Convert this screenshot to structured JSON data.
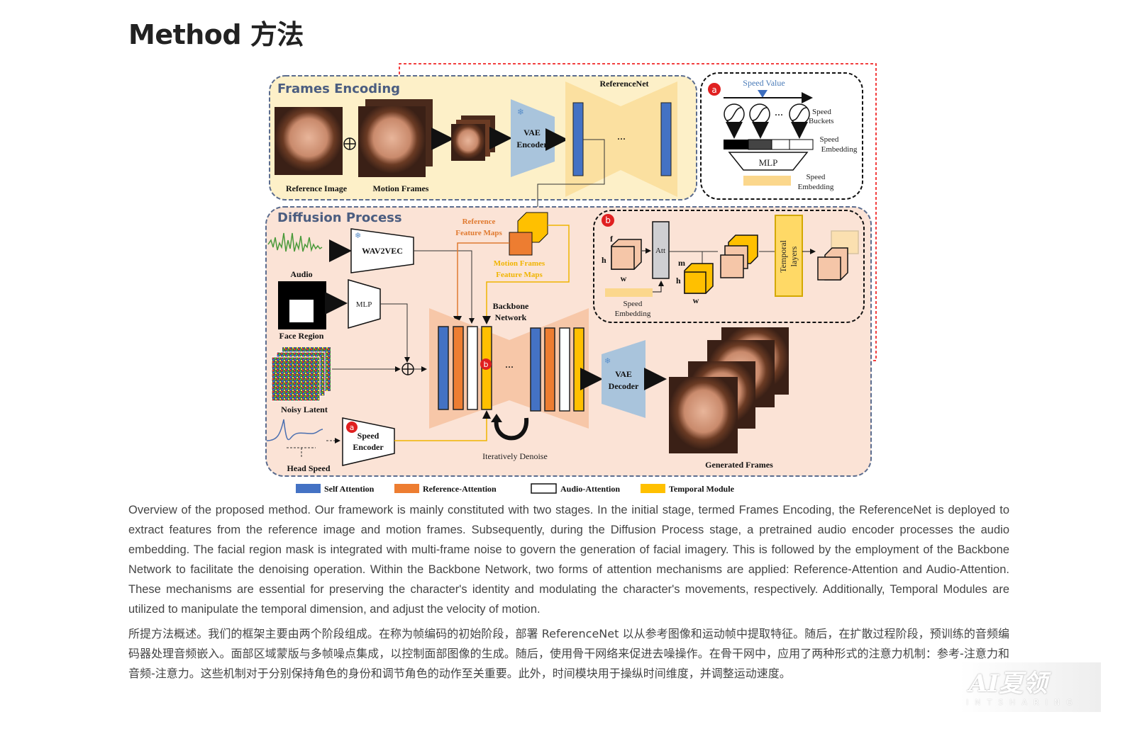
{
  "title": "Method 方法",
  "diagram": {
    "frames_encoding": "Frames Encoding",
    "reference_image": "Reference Image",
    "motion_frames": "Motion Frames",
    "vae_encoder": [
      "VAE",
      "Encoder"
    ],
    "referencenet": "ReferenceNet",
    "ellipsis": "···",
    "diffusion_process": "Diffusion Process",
    "audio": "Audio",
    "wav2vec": "WAV2VEC",
    "face_region": "Face Region",
    "mlp": "MLP",
    "noisy_latent": "Noisy Latent",
    "head_speed": "Head Speed",
    "speed_encoder": [
      "Speed",
      "Encoder"
    ],
    "reference_feature_maps": [
      "Reference",
      "Feature Maps"
    ],
    "motion_frames_feature_maps": [
      "Motion Frames",
      "Feature Maps"
    ],
    "backbone_network": [
      "Backbone",
      "Network"
    ],
    "iteratively_denoise": "Iteratively Denoise",
    "vae_decoder": [
      "VAE",
      "Decoder"
    ],
    "generated_frames": "Generated Frames",
    "badge_a": "a",
    "badge_b": "b",
    "panel_a": {
      "speed_value": "Speed Value",
      "speed_buckets": [
        "Speed",
        "Buckets"
      ],
      "speed_embedding_1": [
        "Speed",
        "Embedding"
      ],
      "mlp": "MLP",
      "speed_embedding_2": [
        "Speed",
        "Embedding"
      ]
    },
    "panel_b": {
      "f": "f",
      "h": "h",
      "w": "w",
      "m": "m",
      "att": "Att",
      "speed_embedding": [
        "Speed",
        "Embedding"
      ],
      "temporal_layers": [
        "Temporal",
        "layers"
      ]
    }
  },
  "legend": [
    {
      "label": "Self Attention",
      "color": "#4472c4"
    },
    {
      "label": "Reference-Attention",
      "color": "#ed7d31"
    },
    {
      "label": "Audio-Attention",
      "color": "#ffffff"
    },
    {
      "label": "Temporal Module",
      "color": "#ffc000"
    }
  ],
  "paragraph_en": "Overview of the proposed method. Our framework is mainly constituted with two stages. In the initial stage, termed Frames Encoding, the ReferenceNet is deployed to extract features from the reference image and motion frames. Subsequently, during the Diffusion Process stage, a pretrained audio encoder processes the audio embedding. The facial region mask is integrated with multi-frame noise to govern the generation of facial imagery. This is followed by the employment of the Backbone Network to facilitate the denoising operation. Within the Backbone Network, two forms of attention mechanisms are applied: Reference-Attention and Audio-Attention. These mechanisms are essential for preserving the character's identity and modulating the character's movements, respectively. Additionally, Temporal Modules are utilized to manipulate the temporal dimension, and adjust the velocity of motion.",
  "paragraph_zh": "所提方法概述。我们的框架主要由两个阶段组成。在称为帧编码的初始阶段，部署 ReferenceNet 以从参考图像和运动帧中提取特征。随后，在扩散过程阶段，预训练的音频编码器处理音频嵌入。面部区域蒙版与多帧噪点集成，以控制面部图像的生成。随后，使用骨干网络来促进去噪操作。在骨干网中，应用了两种形式的注意力机制：参考-注意力和音频-注意力。这些机制对于分别保持角色的身份和调节角色的动作至关重要。此外，时间模块用于操纵时间维度，并调整运动速度。",
  "watermark": {
    "logo": "AI夏领",
    "sub": "INTSHARING"
  }
}
